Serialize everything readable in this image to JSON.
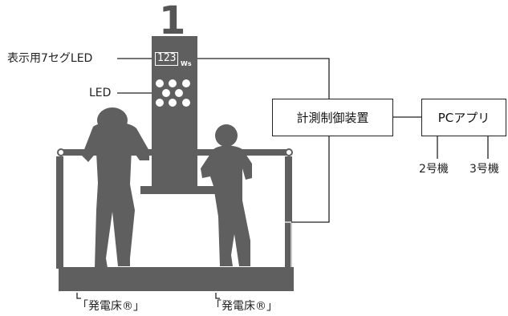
{
  "diagram": {
    "unit_number": "1",
    "labels": {
      "segment_display_label": "表示用7セグLED",
      "led_label": "LED",
      "controller": "計測制御装置",
      "pc_app": "PCアプリ",
      "unit2": "2号機",
      "unit3": "3号機",
      "floor_left": "「発電床®」",
      "floor_right": "「発電床®」"
    },
    "segment_display": {
      "value": "123",
      "unit": "Ws"
    },
    "colors": {
      "silhouette": "#5f5f5f",
      "line": "#222222",
      "background": "#ffffff"
    }
  }
}
